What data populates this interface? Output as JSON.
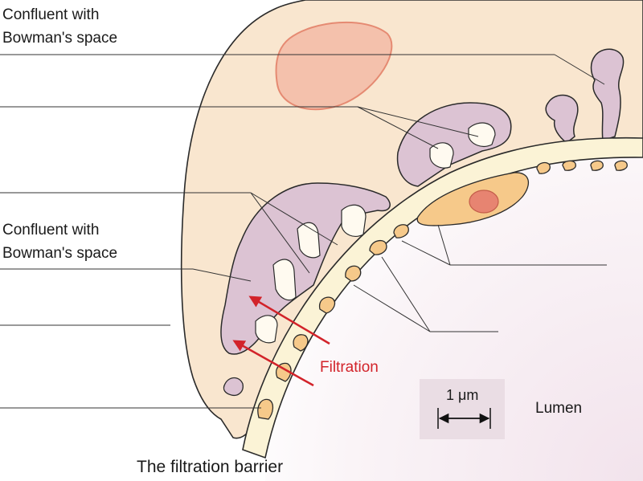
{
  "labels": {
    "confluent_top_line1": "Confluent with",
    "confluent_top_line2": "Bowman's space",
    "confluent_mid_line1": "Confluent with",
    "confluent_mid_line2": "Bowman's space",
    "filtration": "Filtration",
    "lumen": "Lumen",
    "scale": "1 μm",
    "caption": "The filtration barrier"
  },
  "colors": {
    "podocyte_body": "#f9e6cf",
    "foot_process": "#dcc3d3",
    "basement_membrane": "#fbf3d6",
    "endothelium": "#f6c98a",
    "nucleus": "#e78471",
    "lumen_gradient_end": "#f3e6ee",
    "filtration_arrow": "#d2232a",
    "outline": "#2a2a2a"
  }
}
